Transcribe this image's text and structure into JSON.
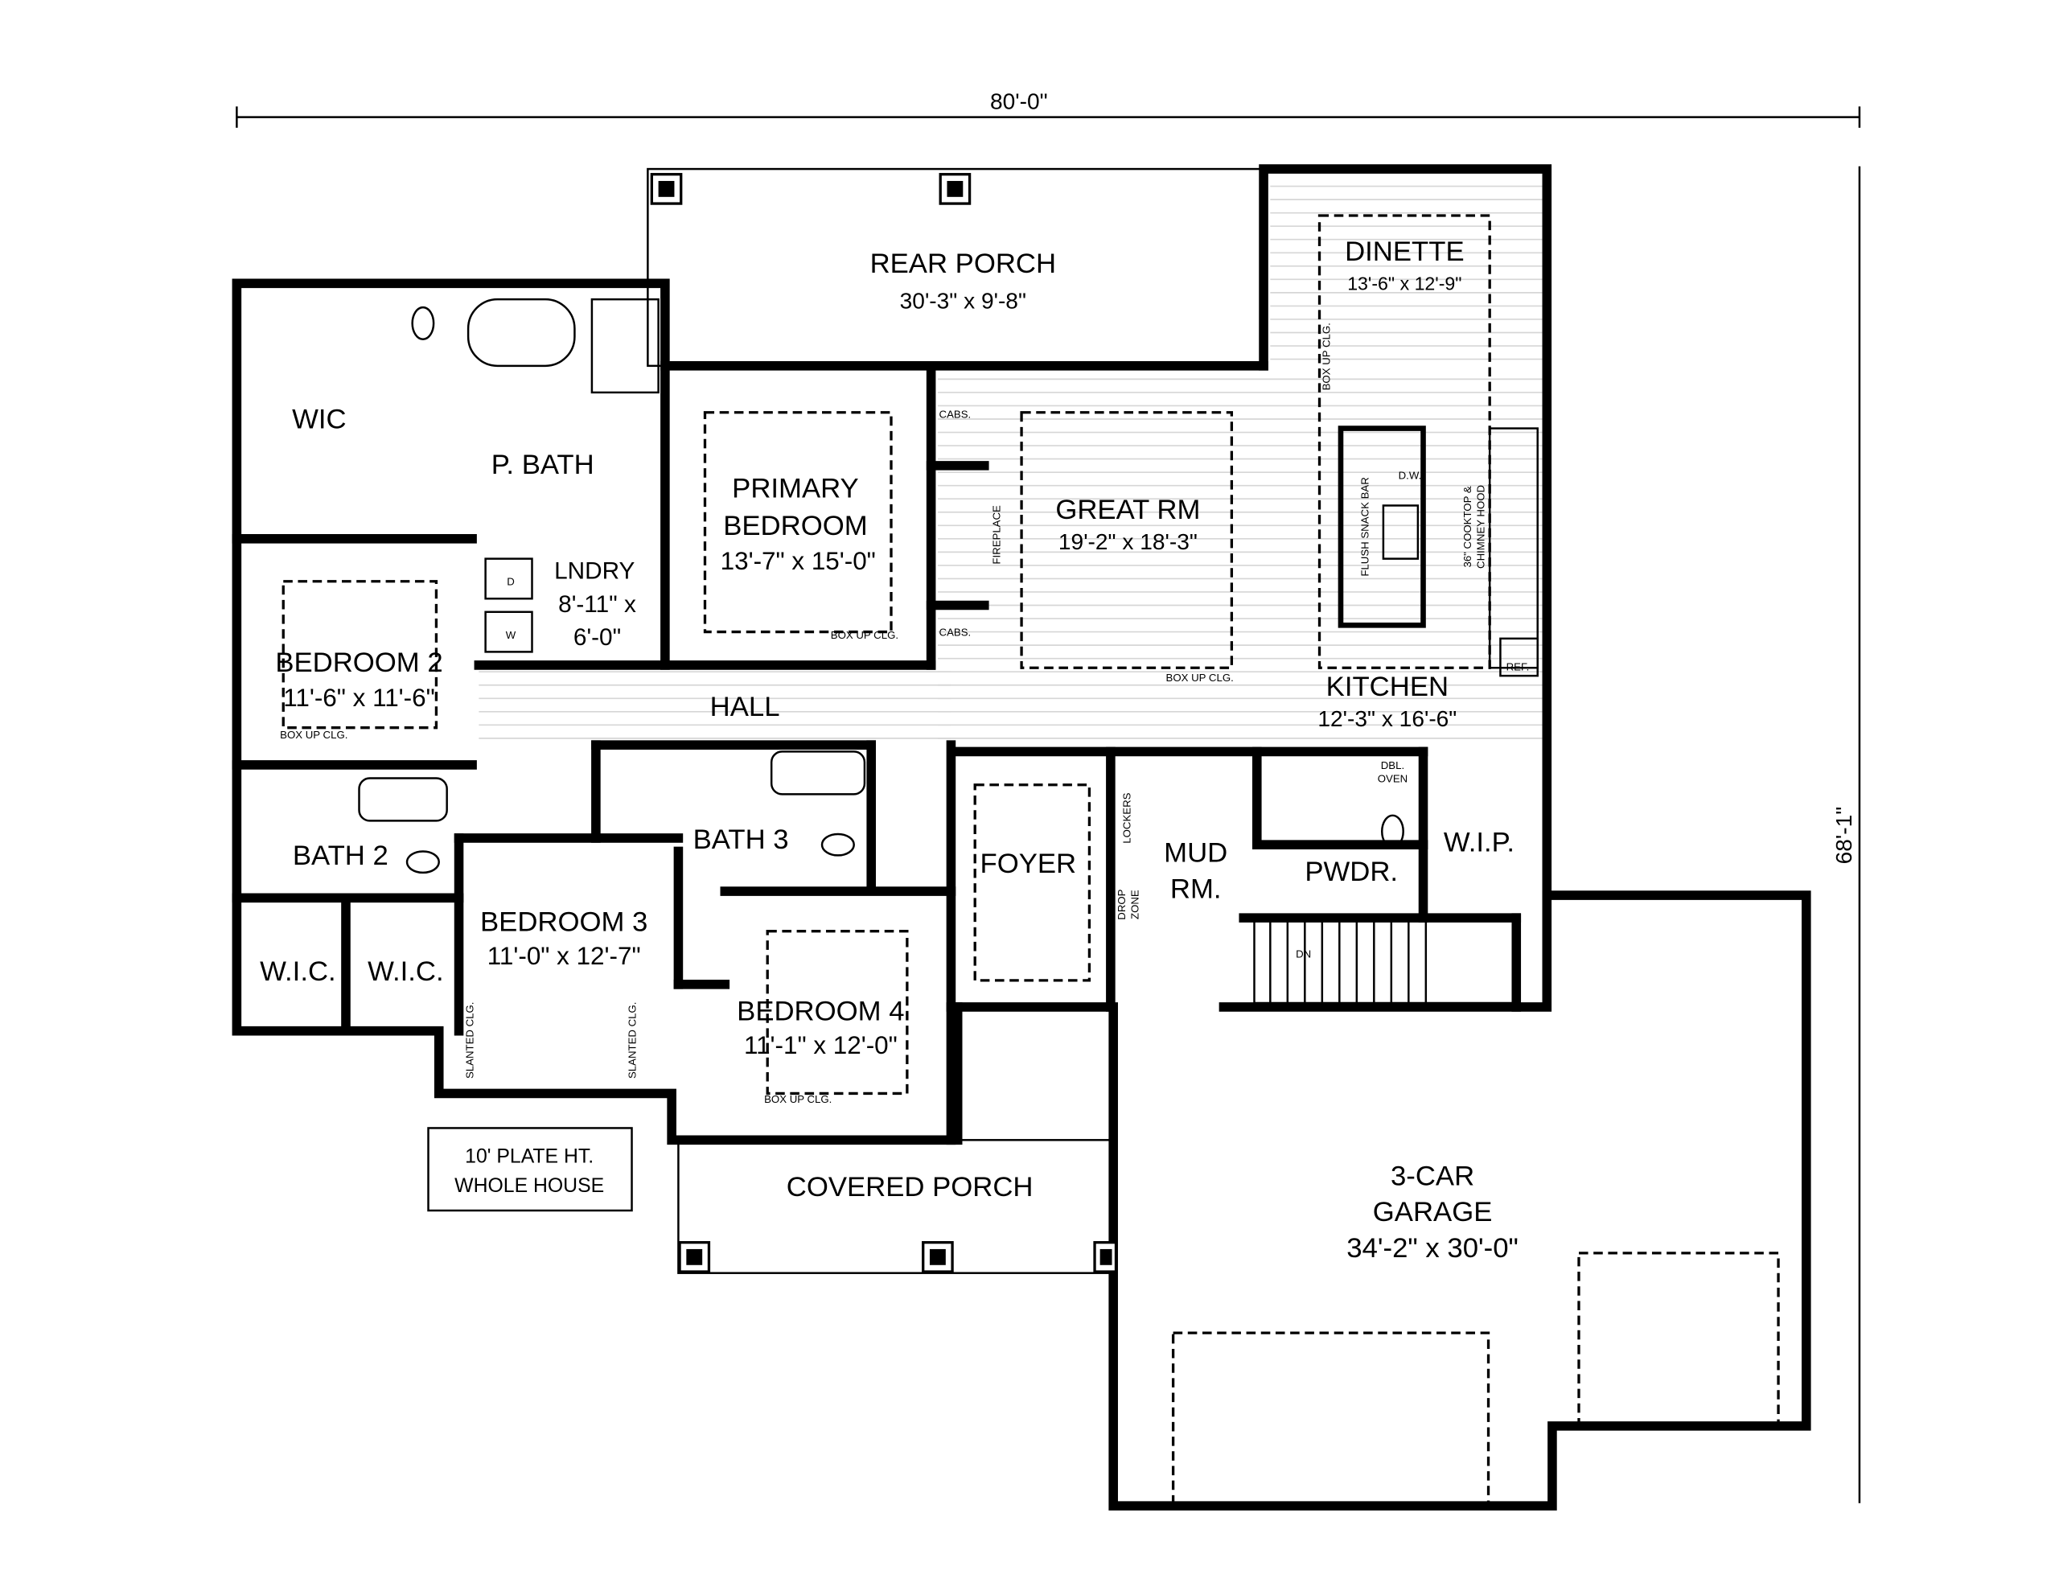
{
  "dimensions": {
    "width": "80'-0\"",
    "depth": "68'-1\""
  },
  "rooms": {
    "rear_porch": {
      "name": "REAR PORCH",
      "size": "30'-3\" x 9'-8\""
    },
    "dinette": {
      "name": "DINETTE",
      "size": "13'-6\" x 12'-9\""
    },
    "wic": {
      "name": "WIC"
    },
    "p_bath": {
      "name": "P. BATH"
    },
    "primary_bedroom": {
      "name1": "PRIMARY",
      "name2": "BEDROOM",
      "size": "13'-7\" x 15'-0\""
    },
    "great_rm": {
      "name": "GREAT RM",
      "size": "19'-2\" x 18'-3\""
    },
    "lndry": {
      "name": "LNDRY",
      "size1": "8'-11\" x",
      "size2": "6'-0\""
    },
    "bedroom2": {
      "name": "BEDROOM 2",
      "size": "11'-6\" x 11'-6\""
    },
    "hall": {
      "name": "HALL"
    },
    "kitchen": {
      "name": "KITCHEN",
      "size": "12'-3\" x 16'-6\""
    },
    "bath2": {
      "name": "BATH 2"
    },
    "bath3": {
      "name": "BATH 3"
    },
    "bedroom3": {
      "name": "BEDROOM 3",
      "size": "11'-0\" x 12'-7\""
    },
    "bedroom4": {
      "name": "BEDROOM 4",
      "size": "11'-1\" x 12'-0\""
    },
    "wic2": {
      "name": "W.I.C."
    },
    "wic3": {
      "name": "W.I.C."
    },
    "foyer": {
      "name": "FOYER"
    },
    "mud_rm": {
      "name1": "MUD",
      "name2": "RM."
    },
    "pwdr": {
      "name": "PWDR."
    },
    "wip": {
      "name": "W.I.P."
    },
    "covered_porch": {
      "name": "COVERED PORCH"
    },
    "garage": {
      "name1": "3-CAR",
      "name2": "GARAGE",
      "size": "34'-2\" x 30'-0\""
    }
  },
  "notes": {
    "box_up_clg": "BOX UP CLG.",
    "cabs": "CABS.",
    "fireplace": "FIREPLACE",
    "flush_snack_bar": "FLUSH SNACK BAR",
    "cooktop": "36\" COOKTOP &",
    "chimney_hood": "CHIMNEY HOOD",
    "dw": "D.W.",
    "ref": "REF.",
    "dbl_oven1": "DBL.",
    "dbl_oven2": "OVEN",
    "lockers": "LOCKERS",
    "drop1": "DROP",
    "drop2": "ZONE",
    "dn": "DN",
    "slanted_clg": "SLANTED CLG.",
    "dryer": "D",
    "washer": "W",
    "plate1": "10' PLATE HT.",
    "plate2": "WHOLE HOUSE"
  }
}
